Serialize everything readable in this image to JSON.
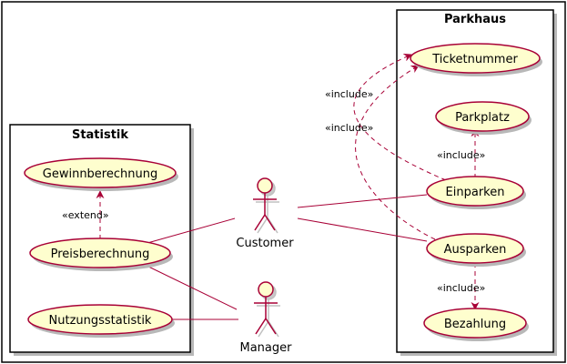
{
  "packages": {
    "parkhaus": "Parkhaus",
    "statistik": "Statistik"
  },
  "actors": {
    "customer": "Customer",
    "manager": "Manager"
  },
  "usecases": {
    "ticketnummer": "Ticketnummer",
    "parkplatz": "Parkplatz",
    "einparken": "Einparken",
    "ausparken": "Ausparken",
    "bezahlung": "Bezahlung",
    "gewinnberechnung": "Gewinnberechnung",
    "preisberechnung": "Preisberechnung",
    "nutzungsstatistik": "Nutzungsstatistik"
  },
  "relations": {
    "include_ticket_1": "«include»",
    "include_ticket_2": "«include»",
    "include_parkplatz": "«include»",
    "include_bezahlung": "«include»",
    "extend_gewinn": "«extend»"
  },
  "colors": {
    "usecase_fill": "#FEFECE",
    "border": "#A80036"
  }
}
